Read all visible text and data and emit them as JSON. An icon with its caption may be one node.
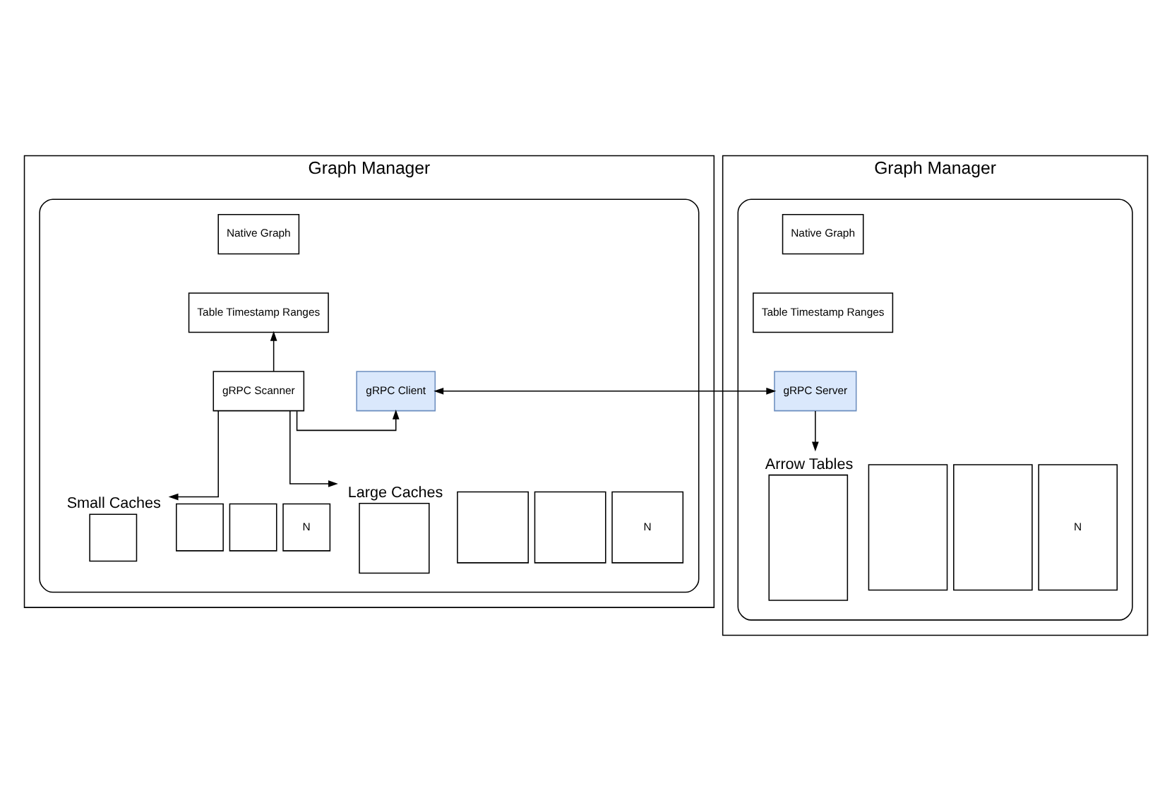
{
  "diagram": {
    "nodes": [
      {
        "text": [
          "Graph Manager"
        ]
      },
      {
        "text": [],
        "shape": "box",
        "in": 0
      },
      {
        "text": [
          "Native Graph"
        ],
        "in": 1
      },
      {
        "text": [
          "Table Timestamp Ranges"
        ],
        "in": 1
      },
      {
        "text": [
          "gRPC Scanner"
        ],
        "in": 1
      },
      {
        "text": [
          "gRPC Client"
        ],
        "in": 1
      },
      {
        "text": [],
        "shape": "box",
        "in": 1,
        "beside": [
          "Small Caches"
        ]
      },
      {
        "text": [],
        "shape": "box",
        "in": 1
      },
      {
        "text": [],
        "shape": "box",
        "in": 1
      },
      {
        "text": [
          "N"
        ],
        "in": 1
      },
      {
        "text": [],
        "shape": "box",
        "in": 1,
        "beside": [
          "Large Caches"
        ]
      },
      {
        "text": [],
        "shape": "box",
        "in": 1
      },
      {
        "text": [],
        "shape": "box",
        "in": 1
      },
      {
        "text": [
          "N"
        ],
        "in": 1
      },
      {
        "text": [
          "Graph Manager"
        ]
      },
      {
        "text": [],
        "shape": "box",
        "in": 14
      },
      {
        "text": [
          "Native Graph"
        ],
        "in": 15
      },
      {
        "text": [
          "Table Timestamp Ranges"
        ],
        "in": 15
      },
      {
        "text": [
          "gRPC Server"
        ],
        "in": 15
      },
      {
        "text": [],
        "shape": "box",
        "in": 15,
        "beside": [
          "Arrow Tables"
        ]
      },
      {
        "text": [],
        "shape": "box",
        "in": 15
      },
      {
        "text": [],
        "shape": "box",
        "in": 15
      },
      {
        "text": [
          "N"
        ],
        "in": 15
      }
    ],
    "edges": [
      {
        "from": 4,
        "to": 3,
        "arrow": "to"
      },
      {
        "from": 4,
        "to": 5,
        "arrow": "to"
      },
      {
        "from": 4,
        "to": 6,
        "arrow": "to"
      },
      {
        "from": 4,
        "to": 10,
        "arrow": "to"
      },
      {
        "from": 5,
        "to": 18,
        "arrow": "both"
      },
      {
        "from": 18,
        "to": 19,
        "arrow": "to"
      }
    ]
  }
}
